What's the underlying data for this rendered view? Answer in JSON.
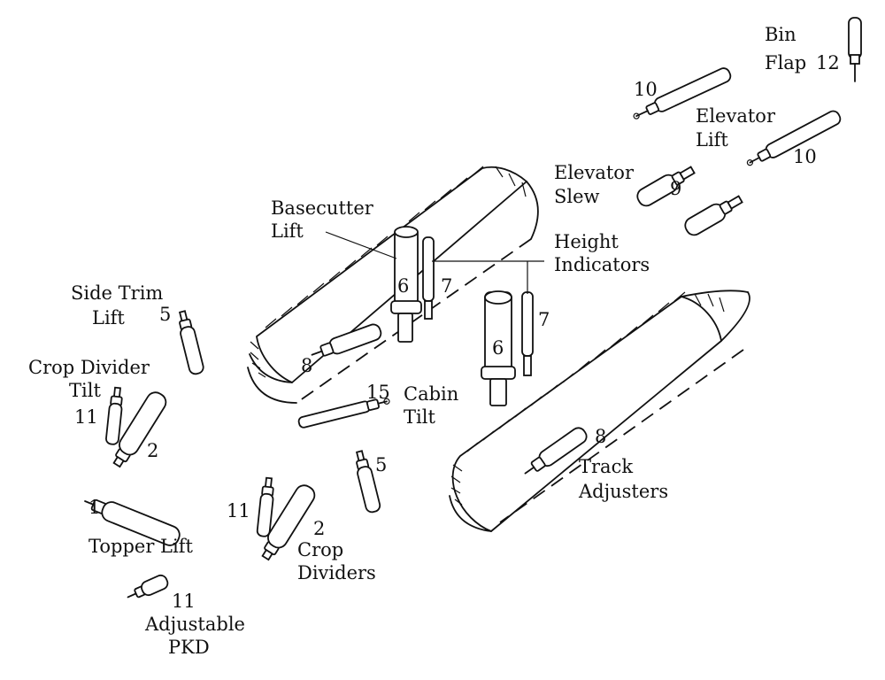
{
  "labels": {
    "bin_flap_line1": "Bin",
    "bin_flap_line2": "Flap",
    "elevator_lift_line1": "Elevator",
    "elevator_lift_line2": "Lift",
    "elevator_slew_line1": "Elevator",
    "elevator_slew_line2": "Slew",
    "basecutter_lift_line1": "Basecutter",
    "basecutter_lift_line2": "Lift",
    "height_indicators_line1": "Height",
    "height_indicators_line2": "Indicators",
    "side_trim_lift_line1": "Side Trim",
    "side_trim_lift_line2": "Lift",
    "crop_divider_tilt_line1": "Crop Divider",
    "crop_divider_tilt_line2": "Tilt",
    "cabin_tilt_line1": "Cabin",
    "cabin_tilt_line2": "Tilt",
    "track_adjusters_line1": "Track",
    "track_adjusters_line2": "Adjusters",
    "topper_lift": "Topper Lift",
    "crop_dividers_line1": "Crop",
    "crop_dividers_line2": "Dividers",
    "adjustable_pkd_line1": "Adjustable",
    "adjustable_pkd_line2": "PKD"
  },
  "numbers": {
    "n12": "12",
    "n10_top": "10",
    "n10_right": "10",
    "n9": "9",
    "n6_left": "6",
    "n7_left": "7",
    "n6_right": "6",
    "n7_right": "7",
    "n8_left": "8",
    "n8_right": "8",
    "n5_upper": "5",
    "n5_lower": "5",
    "n11_upper": "11",
    "n11_mid": "11",
    "n11_lower": "11",
    "n2_upper": "2",
    "n2_lower": "2",
    "n1": "1",
    "n15": "15"
  },
  "icons": {
    "track": "crawler-track-icon",
    "cylinder": "hydraulic-cylinder-icon"
  }
}
